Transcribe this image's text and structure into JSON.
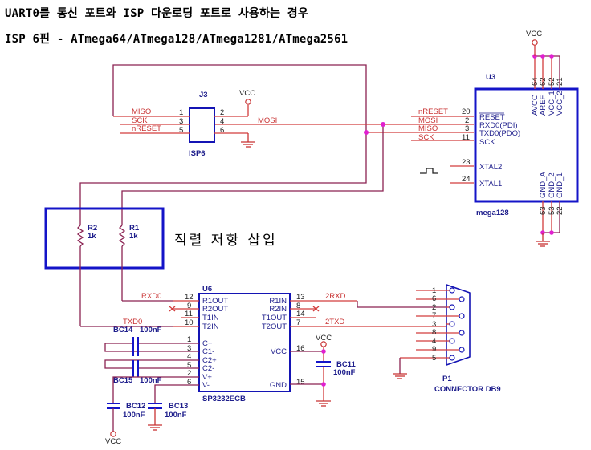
{
  "titles": {
    "line1": "UART0를 통신 포트와 ISP 다운로딩 포트로 사용하는 경우",
    "line2": "ISP 6핀 - ATmega64/ATmega128/ATmega1281/ATmega2561"
  },
  "annotation": "직렬 저항 삽입",
  "power_labels": {
    "vcc": "VCC"
  },
  "j3": {
    "ref": "J3",
    "value": "ISP6",
    "left_pins": [
      {
        "num": "1",
        "net": "MISO"
      },
      {
        "num": "3",
        "net": "SCK"
      },
      {
        "num": "5",
        "net": "nRESET"
      }
    ],
    "right_pins": [
      {
        "num": "2",
        "net": "VCC"
      },
      {
        "num": "4",
        "net": "MOSI"
      },
      {
        "num": "6",
        "net": "GND"
      }
    ]
  },
  "u3": {
    "ref": "U3",
    "value": "mega128",
    "left_pins": [
      {
        "num": "20",
        "name": "RESET",
        "net": "nRESET"
      },
      {
        "num": "2",
        "name": "RXD0(PDI)",
        "net": "MOSI"
      },
      {
        "num": "3",
        "name": "TXD0(PDO)",
        "net": "MISO"
      },
      {
        "num": "11",
        "name": "SCK",
        "net": "SCK"
      },
      {
        "num": "23",
        "name": "XTAL2",
        "net": ""
      },
      {
        "num": "24",
        "name": "XTAL1",
        "net": ""
      }
    ],
    "top_pins": [
      {
        "num": "64",
        "name": "AVCC"
      },
      {
        "num": "62",
        "name": "AREF"
      },
      {
        "num": "52",
        "name": "VCC_1"
      },
      {
        "num": "21",
        "name": "VCC_2"
      }
    ],
    "bottom_pins": [
      {
        "num": "63",
        "name": "GND_A"
      },
      {
        "num": "53",
        "name": "GND_2"
      },
      {
        "num": "22",
        "name": "GND_1"
      }
    ]
  },
  "resistors": [
    {
      "ref": "R2",
      "value": "1k"
    },
    {
      "ref": "R1",
      "value": "1k"
    }
  ],
  "u6": {
    "ref": "U6",
    "value": "SP3232ECB",
    "left_pins": [
      {
        "num": "12",
        "name": "R1OUT",
        "net": "RXD0"
      },
      {
        "num": "9",
        "name": "R2OUT",
        "net": ""
      },
      {
        "num": "11",
        "name": "T1IN",
        "net": ""
      },
      {
        "num": "10",
        "name": "T2IN",
        "net": "TXD0"
      },
      {
        "num": "1",
        "name": "C+",
        "net": ""
      },
      {
        "num": "3",
        "name": "C1-",
        "net": ""
      },
      {
        "num": "4",
        "name": "C2+",
        "net": ""
      },
      {
        "num": "5",
        "name": "C2-",
        "net": ""
      },
      {
        "num": "2",
        "name": "V+",
        "net": ""
      },
      {
        "num": "6",
        "name": "V-",
        "net": ""
      }
    ],
    "right_pins": [
      {
        "num": "13",
        "name": "R1IN",
        "net": "2RXD"
      },
      {
        "num": "8",
        "name": "R2IN",
        "net": ""
      },
      {
        "num": "14",
        "name": "T1OUT",
        "net": ""
      },
      {
        "num": "7",
        "name": "T2OUT",
        "net": "2TXD"
      },
      {
        "num": "16",
        "name": "VCC",
        "net": ""
      },
      {
        "num": "15",
        "name": "GND",
        "net": ""
      }
    ]
  },
  "capacitors": [
    {
      "ref": "BC14",
      "value": "100nF"
    },
    {
      "ref": "BC15",
      "value": "100nF"
    },
    {
      "ref": "BC12",
      "value": "100nF"
    },
    {
      "ref": "BC13",
      "value": "100nF"
    },
    {
      "ref": "BC11",
      "value": "100nF"
    }
  ],
  "p1": {
    "ref": "P1",
    "value": "CONNECTOR DB9",
    "pins": [
      "1",
      "6",
      "2",
      "7",
      "3",
      "8",
      "4",
      "9",
      "5"
    ]
  }
}
